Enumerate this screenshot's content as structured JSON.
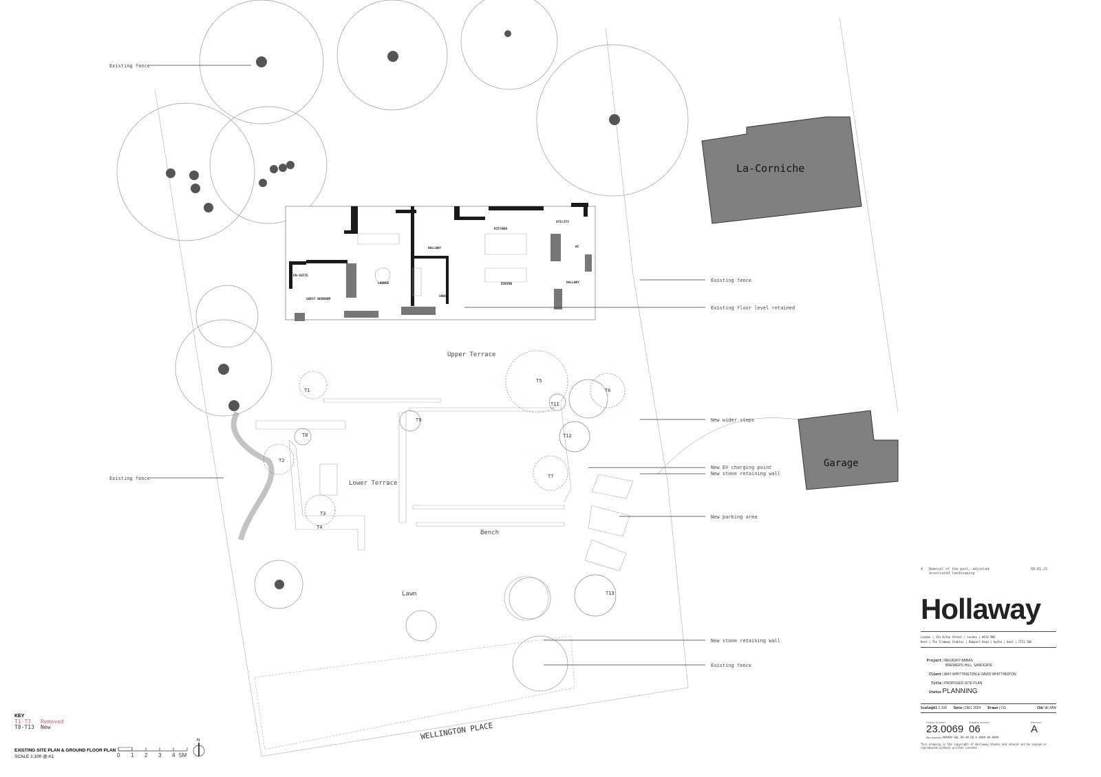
{
  "annotations_left": [
    "Existing fence",
    "Existing fence"
  ],
  "annotations_right": [
    "Existing fence",
    "Existing floor level retained",
    "New wider steps",
    "New EV charging point",
    "New stone retaining wall",
    "New parking area",
    "New stone retaining wall",
    "Existing fence"
  ],
  "rooms": [
    "EN-SUITE",
    "GUEST BEDROOM",
    "LOUNGE",
    "HALLWAY",
    "SNUG",
    "KITCHEN",
    "DINING",
    "UTILITY",
    "WC",
    "HALLWAY"
  ],
  "areas": {
    "upper_terrace": "Upper Terrace",
    "lower_terrace": "Lower Terrace",
    "bench": "Bench",
    "lawn": "Lawn",
    "road": "WELLINGTON PLACE",
    "neighbour": "La-Corniche",
    "garage": "Garage"
  },
  "trees": [
    "T1",
    "T2",
    "T3",
    "T4",
    "T5",
    "T6",
    "T7",
    "T8",
    "T9",
    "T11",
    "T12",
    "T13"
  ],
  "key": {
    "title": "KEY",
    "removed_range": "T1-T7",
    "removed_label": "Removed",
    "new_range": "T8-T13",
    "new_label": "New",
    "removed_color": "#c0607a"
  },
  "plan_title": "EXISTING SITE PLAN & GROUND FLOOR  PLAN",
  "scale_note": "SCALE 1:100 @ A1",
  "scale_ticks": [
    "0",
    "1",
    "2",
    "3",
    "4",
    "5M"
  ],
  "north": "N",
  "revision": {
    "code": "A",
    "text": "Removal of the pool, adjusted associated landscaping",
    "date": "09.01.25"
  },
  "title_block": {
    "logo": "Hollaway",
    "office1": "London | 15a Acton Street | London | WC1X 9NG",
    "office2": "Kent | The Tramway Stables | Rampart Road | Hythe | Kent | CT21 5BG",
    "project_label": "Project",
    "project": "MELBURY ABBAS",
    "project2": "BREWER'S HILL, SANDGATE",
    "client_label": "Client",
    "client": "AMY WHITTINGTON & DAVID WHITTINGTON",
    "title_label": "Title",
    "title": "PROPOSED SITE PLAN",
    "status_label": "Status",
    "status": "PLANNING",
    "scale_label": "Scale@A1",
    "scale": "1:100",
    "date_label": "Date",
    "date": "DEC 2024",
    "drawn_label": "Drawn",
    "drawn": "CG",
    "checked_label": "Chk'd",
    "checked": "MW",
    "project_number_label": "Project Number",
    "project_number": "23.0069",
    "drawing_number_label": "Drawing Number",
    "drawing_number": "06",
    "revision_label": "Revision",
    "revision": "A",
    "bim_label": "Bim Number",
    "bim": "######-HOL-##-##-DR-A-####-##-####",
    "copyright": "This drawing is the copyright of Hollaway Studio and should not be copied or reproduced without written consent."
  }
}
